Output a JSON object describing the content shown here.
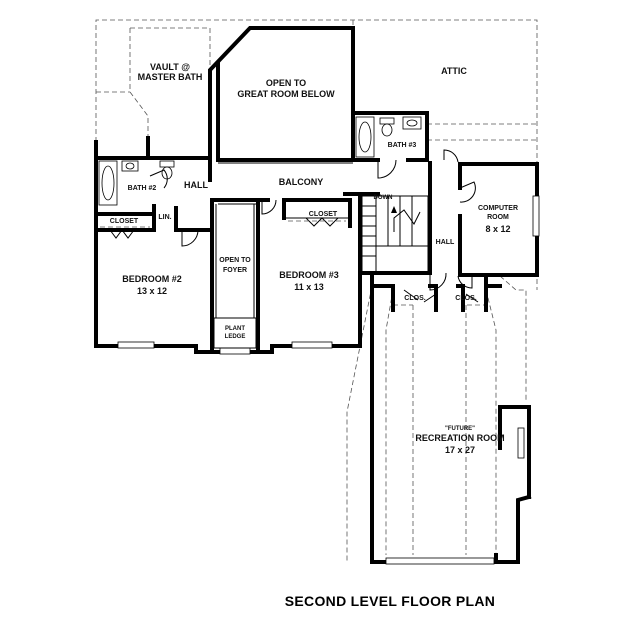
{
  "title": "SECOND LEVEL FLOOR PLAN",
  "rooms": {
    "vault_line1": "VAULT @",
    "vault_line2": "MASTER BATH",
    "open_great_line1": "OPEN TO",
    "open_great_line2": "GREAT ROOM BELOW",
    "attic": "ATTIC",
    "bath3": "BATH #3",
    "bath2": "BATH #2",
    "hall_left": "HALL",
    "balcony": "BALCONY",
    "down": "DOWN",
    "computer_line1": "COMPUTER",
    "computer_line2": "ROOM",
    "computer_size": "8 x 12",
    "hall_right": "HALL",
    "closet_left": "CLOSET",
    "lin": "LIN.",
    "closet_mid": "CLOSET",
    "bedroom2_name": "BEDROOM #2",
    "bedroom2_size": "13 x 12",
    "foyer_line1": "OPEN TO",
    "foyer_line2": "FOYER",
    "bedroom3_name": "BEDROOM #3",
    "bedroom3_size": "11 x 13",
    "plant_line1": "PLANT",
    "plant_line2": "LEDGE",
    "clos_left": "CLOS.",
    "clos_right": "CLOS.",
    "future": "\"FUTURE\"",
    "rec_name": "RECREATION ROOM",
    "rec_size": "17 x 27"
  }
}
